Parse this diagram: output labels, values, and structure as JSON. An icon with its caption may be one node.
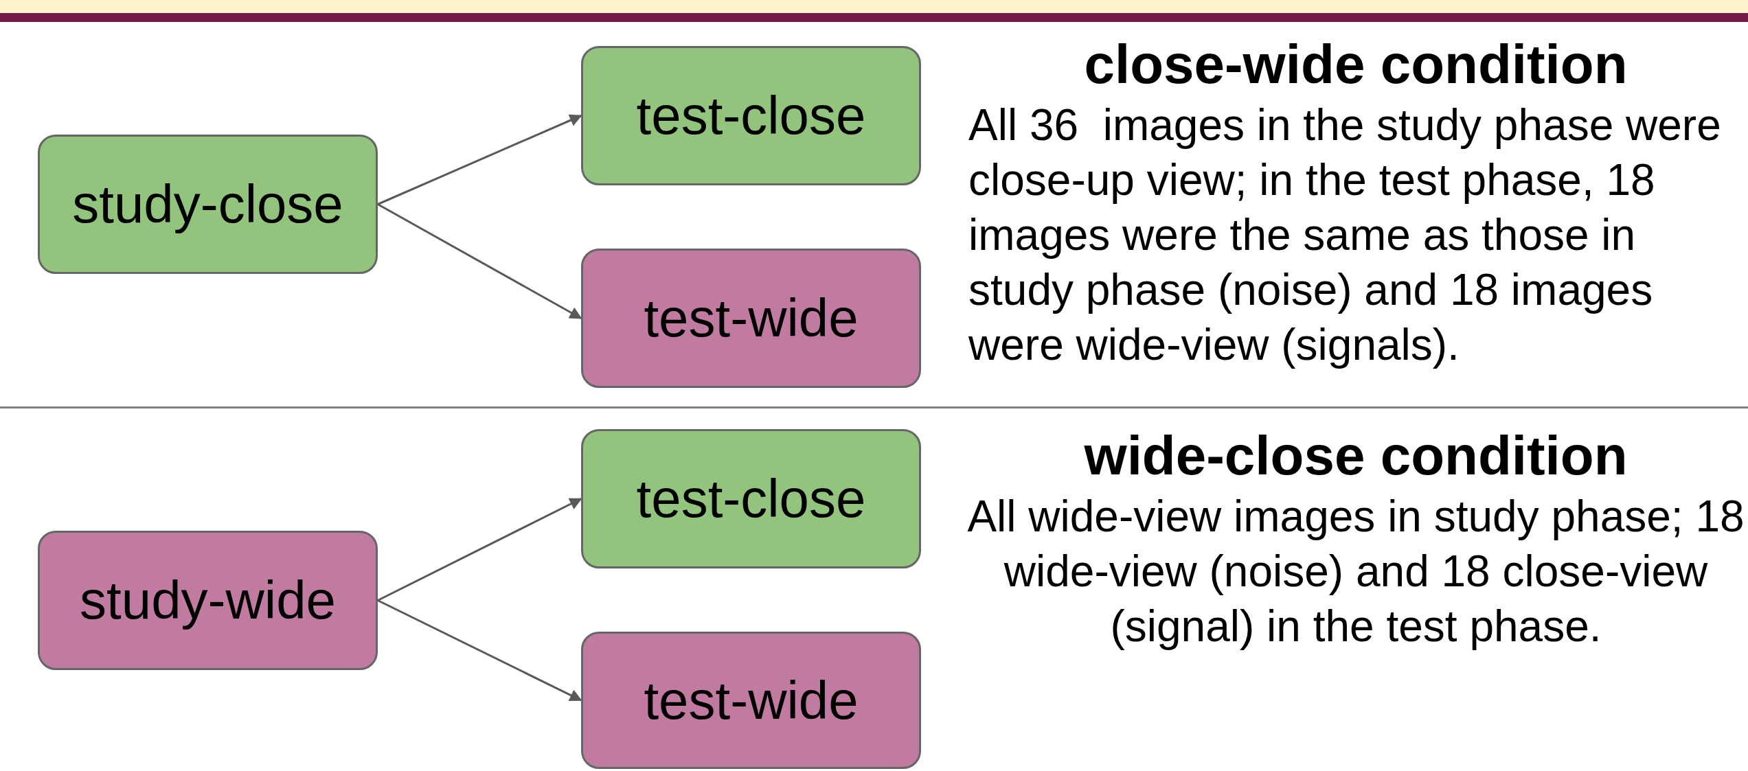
{
  "diagram": {
    "nodes": [
      {
        "text": [
          "study-close"
        ]
      },
      {
        "text": [
          "test-close"
        ]
      },
      {
        "text": [
          "test-wide"
        ]
      },
      {
        "text": [
          "study-wide"
        ]
      },
      {
        "text": [
          "test-close"
        ]
      },
      {
        "text": [
          "test-wide"
        ]
      }
    ],
    "edges": [
      {
        "from": 0,
        "to": 1,
        "arrow": "to"
      },
      {
        "from": 0,
        "to": 2,
        "arrow": "to"
      },
      {
        "from": 3,
        "to": 4,
        "arrow": "to"
      },
      {
        "from": 3,
        "to": 5,
        "arrow": "to"
      }
    ],
    "labels": [
      "close-wide condition",
      "All 36  images in the study phase were close-up view; in the test phase, 18 images were the same as those in study phase (noise) and 18 images were wide-view (signals).",
      "wide-close condition",
      "All wide-view images in study phase; 18 wide-view (noise) and 18 close-view (signal) in the test phase."
    ]
  }
}
